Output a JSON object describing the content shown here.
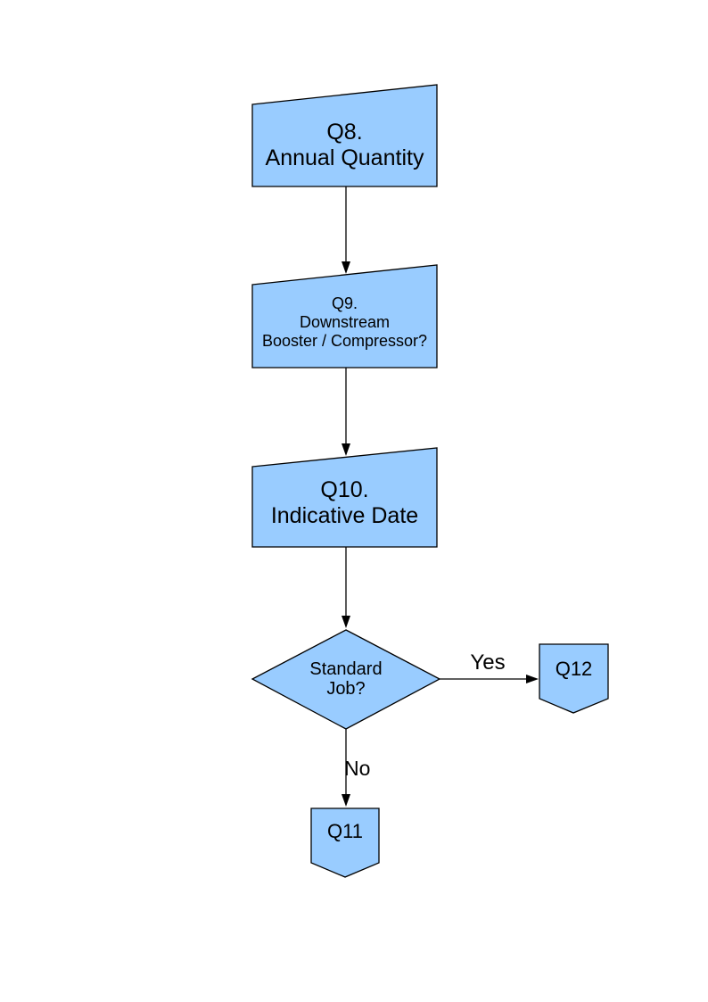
{
  "page": {
    "background": "#ffffff"
  },
  "colors": {
    "node_fill": "#99CCFF",
    "node_stroke": "#000000",
    "connector": "#000000",
    "text": "#000000"
  },
  "flowchart": {
    "nodes": [
      {
        "id": "q8",
        "type": "manual-input-box",
        "label": "Q8.\nAnnual Quantity"
      },
      {
        "id": "q9",
        "type": "manual-input-box",
        "label": "Q9.\nDownstream\nBooster / Compressor?"
      },
      {
        "id": "q10",
        "type": "manual-input-box",
        "label": "Q10.\nIndicative Date"
      },
      {
        "id": "standard-job",
        "type": "decision-diamond",
        "label": "Standard\nJob?"
      },
      {
        "id": "q12",
        "type": "off-page-connector",
        "label": "Q12"
      },
      {
        "id": "q11",
        "type": "off-page-connector",
        "label": "Q11"
      }
    ],
    "edge_labels": {
      "yes": "Yes",
      "no": "No"
    }
  }
}
